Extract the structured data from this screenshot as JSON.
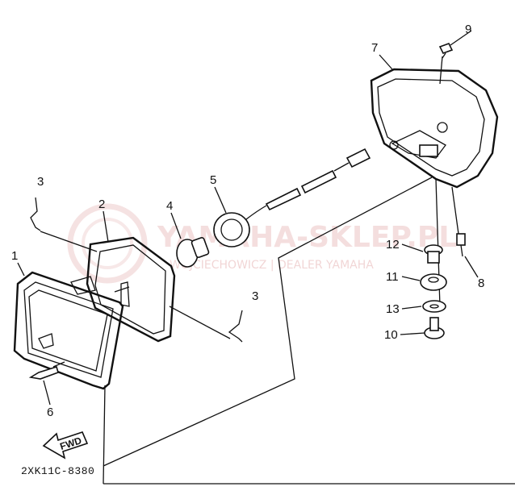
{
  "diagram": {
    "drawing_code": "2XK11C-8380",
    "fwd_label": "FWD",
    "watermark": {
      "main": "YAMAHA-SKLEP.PL",
      "sub": "WOJCIECHOWICZ | DEALER YAMAHA"
    },
    "callouts": [
      "1",
      "2",
      "3",
      "3",
      "4",
      "5",
      "6",
      "7",
      "8",
      "9",
      "10",
      "11",
      "12",
      "13"
    ]
  }
}
